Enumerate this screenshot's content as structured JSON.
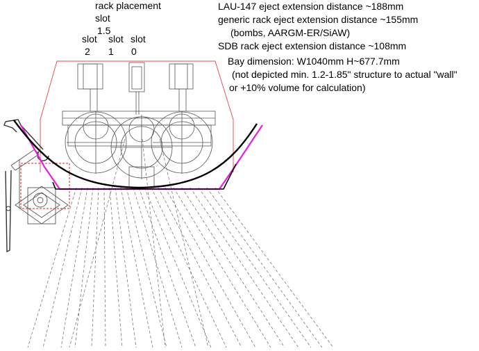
{
  "labels": {
    "rack_placement": "rack placement",
    "slot_1_5_a": "slot",
    "slot_1_5_b": "1.5",
    "slot2_a": "slot",
    "slot2_b": "2",
    "slot1_a": "slot",
    "slot1_b": "1",
    "slot0_a": "slot",
    "slot0_b": "0"
  },
  "notes": {
    "lau147": "LAU-147 eject extension distance ~188mm",
    "generic": "generic rack eject extension distance ~155mm",
    "generic_sub": "(bombs, AARGM-ER/SiAW)",
    "sdb": "SDB rack eject extension distance ~108mm",
    "bay": "Bay dimension: W1040mm  H~677.7mm",
    "not_depicted": "(not depicted min. 1.2-1.85\" structure to actual \"wall\"",
    "volume": "or +10% volume for calculation)"
  },
  "colors": {
    "bay_outline": "#e8454a",
    "door_black": "#000000",
    "door_magenta": "#e81ee0",
    "store_gray": "#555555",
    "dashed_red": "#e02020"
  }
}
